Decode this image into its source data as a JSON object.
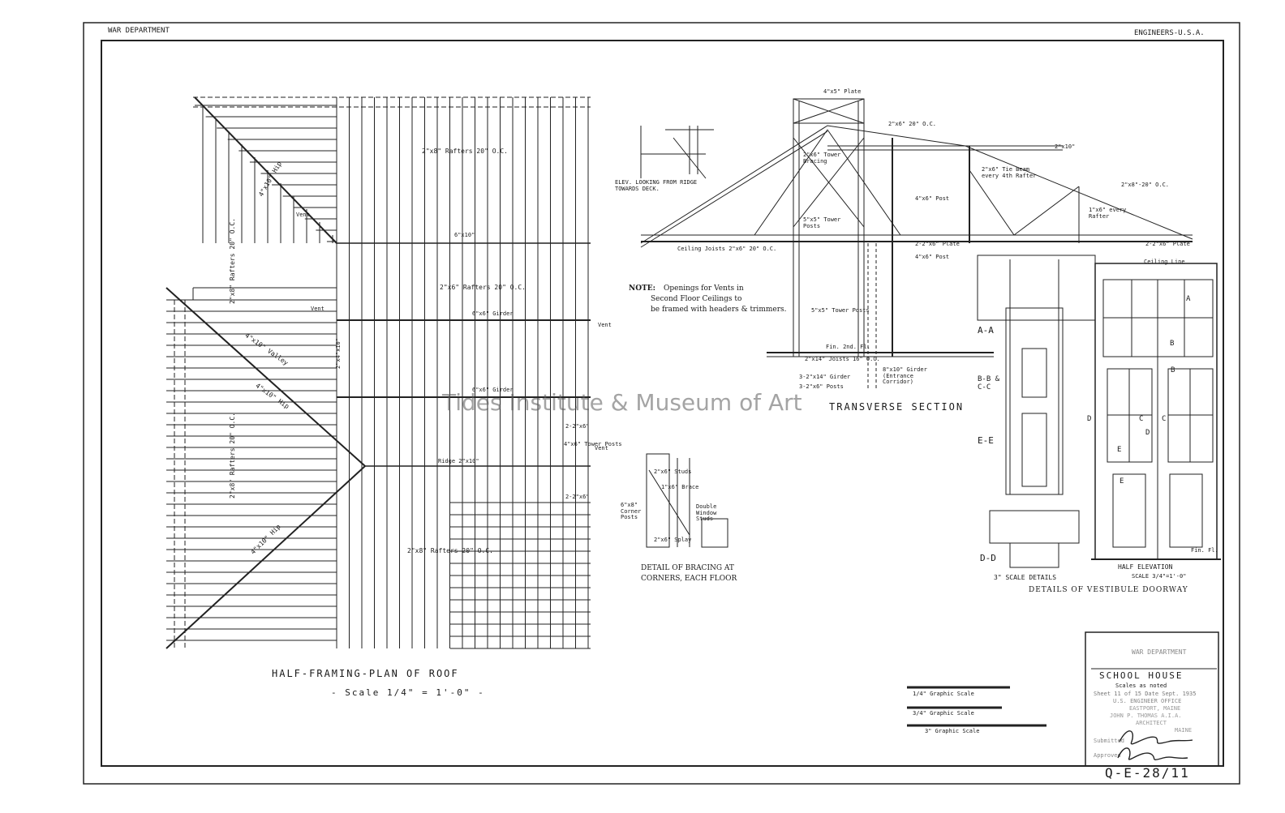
{
  "header": {
    "left": "WAR DEPARTMENT",
    "right": "ENGINEERS-U.S.A."
  },
  "roof_plan": {
    "title": "HALF-FRAMING-PLAN OF ROOF",
    "scale": "- Scale 1/4\" = 1'-0\" -",
    "labels": [
      "2\"x8\" Rafters 20\" O.C.",
      "2\"x6\" Rafters 20\" O.C.",
      "2\"x8\" Rafters 20\" O.C.",
      "6\"x10\"",
      "6\"x6\" Girder",
      "6\"x6\" Girder",
      "Ridge 2\"x10\"",
      "2-2\"x6\"",
      "2-2\"x6\"",
      "4\"x6\" Tower Posts",
      "Vent",
      "Vent",
      "Vent",
      "Vent",
      "4\"x10\" Hip",
      "4\"x10\" Valley",
      "4\"x10\" Hip",
      "2\"x8\" Rafters 20\" O.C.",
      "2\"x8\" Rafters 20\" O.C.",
      "2\"x4\"x10\"",
      "4\"x10\" Hip"
    ]
  },
  "section": {
    "title": "TRANSVERSE SECTION",
    "labels": [
      "4\"x5\" Plate",
      "2\"x6\" 20\" O.C.",
      "2\"x10\"",
      "2\"x6\" Tie Beam every 4th Rafter",
      "2\"x8\"-20\" O.C.",
      "1\"x6\" every Rafter",
      "2-2\"x6\" Plate",
      "4\"x6\" Post",
      "4\"x6\" Post",
      "Ceiling Joists 2\"x6\" 20\" O.C.",
      "2-2\"x6\" Plate",
      "5\"x5\" Tower Posts",
      "Fin. 2nd. Fl.",
      "2\"x14\" Joists 16\" O.C.",
      "3-2\"x14\" Girder",
      "3-2\"x6\" Posts",
      "8\"x10\" Girder (Entrance Corridor)",
      "2\"x6\" Tower Bracing",
      "5\"x5\" Tower Posts",
      "Ceiling Line"
    ],
    "elev_note": "ELEV. LOOKING FROM RIDGE TOWARDS DECK."
  },
  "note": {
    "heading": "NOTE:",
    "lines": [
      "Openings for Vents in",
      "Second Floor Ceilings to",
      "be framed with headers & trimmers."
    ]
  },
  "bracing": {
    "title_1": "DETAIL OF BRACING AT",
    "title_2": "CORNERS, EACH FLOOR",
    "labels": [
      "2\"x6\" Studs",
      "1\"x6\" Brace",
      "6\"x8\" Corner Posts",
      "Double Window Studs",
      "2\"x6\" Splay"
    ]
  },
  "vestibule": {
    "sections": [
      "A-A",
      "B-B & C-C",
      "E-E",
      "D-D"
    ],
    "scale_details": "3\" SCALE DETAILS",
    "half_elevation": "HALF ELEVATION",
    "half_elevation_scale": "SCALE 3/4\"=1'-0\"",
    "title": "DETAILS OF VESTIBULE DOORWAY",
    "letters": [
      "A",
      "B",
      "B",
      "C",
      "C",
      "D",
      "D",
      "E",
      "E"
    ],
    "fin_fl": "Fin. Fl."
  },
  "graphic_scales": [
    "1/4\" Graphic Scale",
    "3/4\" Graphic Scale",
    "3\" Graphic Scale"
  ],
  "title_block": {
    "line1": "WAR DEPARTMENT",
    "title": "SCHOOL HOUSE",
    "scales": "Scales as noted",
    "sheet": "Sheet 11 of 15   Date Sept. 1935",
    "office": "U.S. ENGINEER OFFICE",
    "location": "EASTPORT, MAINE",
    "architect": "JOHN P. THOMAS  A.I.A.",
    "architect_role": "ARCHITECT",
    "city": "MAINE",
    "submitted": "Submitted",
    "approved": "Approved"
  },
  "drawing_number": "Q-E-28/11",
  "watermark": "Tides Institute & Museum of Art"
}
